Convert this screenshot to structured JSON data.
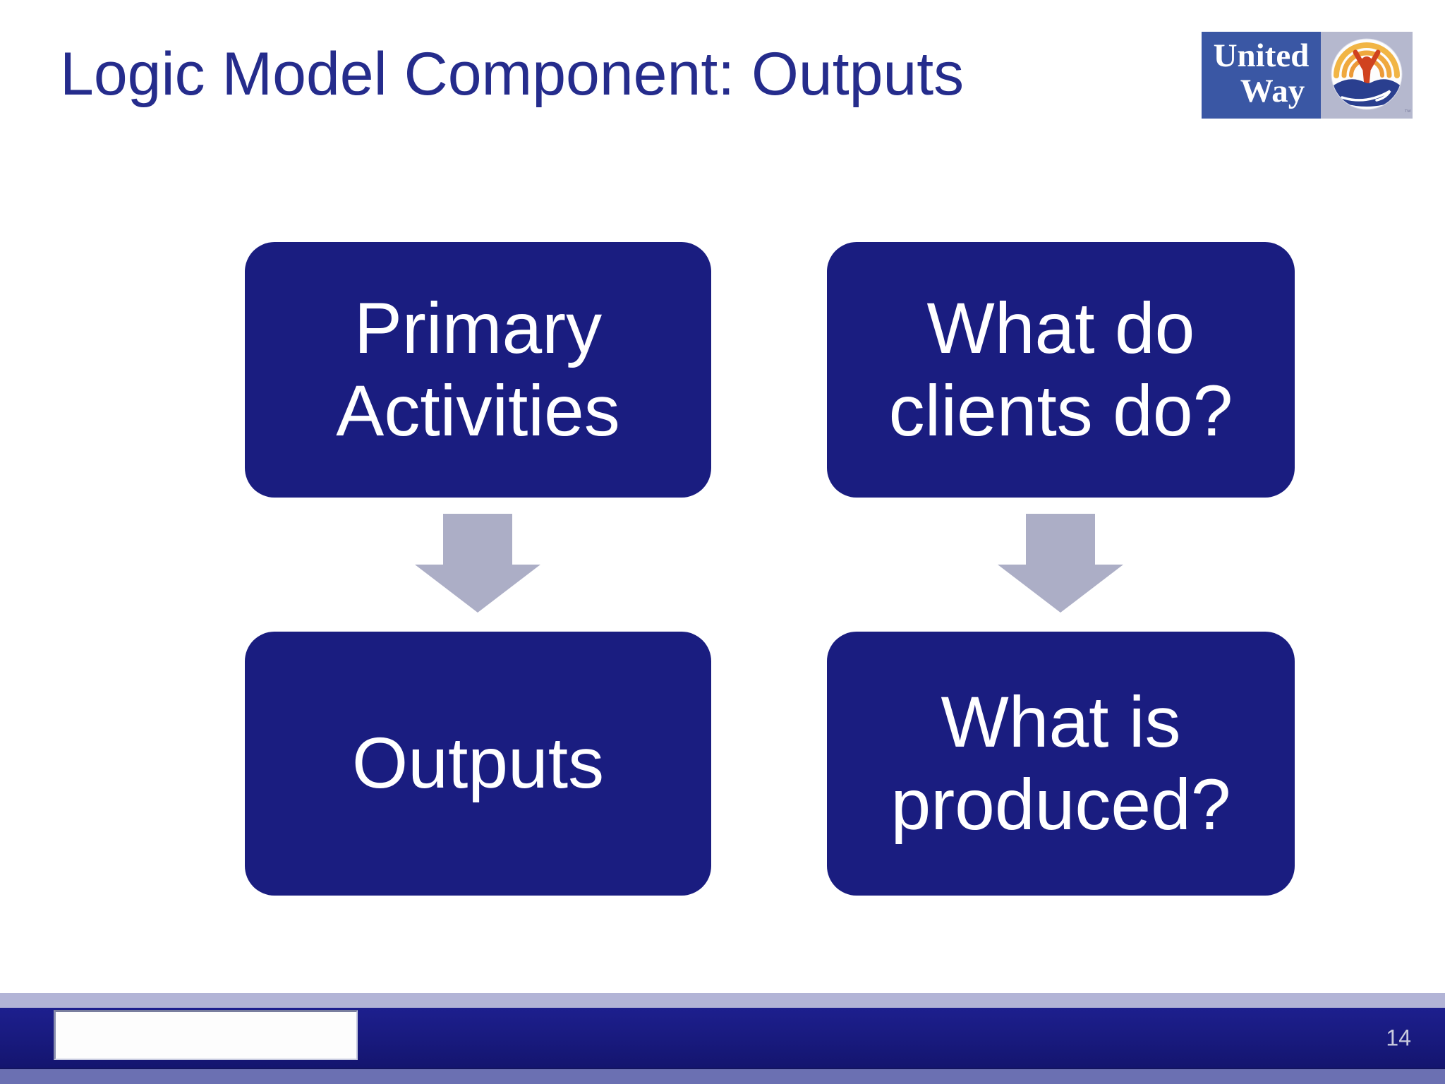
{
  "slide": {
    "title": "Logic Model Component: Outputs",
    "page_number": "14"
  },
  "logo": {
    "line1": "United",
    "line2": "Way",
    "trademark": "™",
    "emblem_icon": "united-way-helping-hand-icon"
  },
  "diagram": {
    "boxes": [
      {
        "id": "primary-activities",
        "label": "Primary\nActivities"
      },
      {
        "id": "what-do-clients-do",
        "label": "What do\nclients do?"
      },
      {
        "id": "outputs",
        "label": "Outputs"
      },
      {
        "id": "what-is-produced",
        "label": "What is\nproduced?"
      }
    ],
    "arrow_icon": "down-arrow"
  },
  "colors": {
    "box_fill": "#1a1d80",
    "box_text": "#ffffff",
    "title_text": "#252c8c",
    "arrow": "#acaec6",
    "footer_top_strip": "#b2b4d6",
    "footer_bar": "#17197d",
    "footer_bottom_strip": "#6b70b2",
    "logo_blue": "#3a57a4",
    "logo_panel": "#b5b8ce"
  }
}
